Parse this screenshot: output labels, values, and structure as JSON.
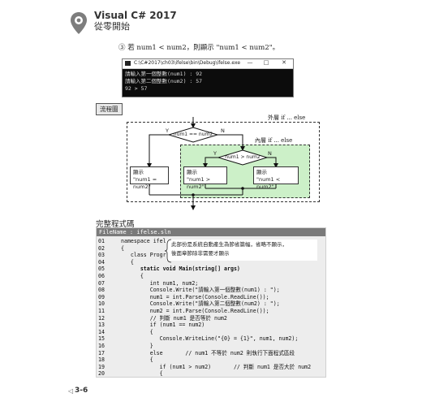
{
  "header": {
    "book_title": "Visual C# 2017",
    "book_subtitle": "從零開始"
  },
  "step": {
    "marker": "③",
    "text": "若 num1 < num2，則顯示 \"num1 < num2\"。"
  },
  "console": {
    "title": "C:\\C#2017\\ch03\\ifelse\\bin\\Debug\\ifelse.exe",
    "minimize": "—",
    "maximize": "□",
    "close": "✕",
    "lines": [
      "請輸入第一個整數(num1) : 92",
      "請輸入第二個整數(num2) : 57",
      "92 > 57"
    ]
  },
  "flowchart": {
    "label": "流程圖",
    "outer_label": "外層 if ... else",
    "inner_label": "內層 if ... else",
    "outer_decision": "num1 == num2",
    "inner_decision": "num1 > num2",
    "yes": "Y",
    "no": "N",
    "boxes": [
      {
        "title": "顯示",
        "text": "\"num1 = num2\""
      },
      {
        "title": "顯示",
        "text": "\"num1 > num2\""
      },
      {
        "title": "顯示",
        "text": "\"num1 < num2\""
      }
    ]
  },
  "code": {
    "heading": "完整程式碼",
    "filename": "FileName : ifelse.sln",
    "note_lines": [
      "此部份是系統自動產生為節省篇幅，省略不顯示，",
      "後面章節除非需要才顯示"
    ],
    "lines": [
      {
        "no": "01",
        "text": "namespace ifelse",
        "bold": false
      },
      {
        "no": "02",
        "text": "{",
        "bold": false
      },
      {
        "no": "03",
        "text": "   class Program",
        "bold": false
      },
      {
        "no": "04",
        "text": "   {",
        "bold": false
      },
      {
        "no": "05",
        "text": "      static void Main(string[] args)",
        "bold": true
      },
      {
        "no": "06",
        "text": "      {",
        "bold": false
      },
      {
        "no": "07",
        "text": "         int num1, num2;",
        "bold": false
      },
      {
        "no": "08",
        "text": "         Console.Write(\"請輸入第一個整數(num1) : \");",
        "bold": false
      },
      {
        "no": "09",
        "text": "         num1 = int.Parse(Console.ReadLine());",
        "bold": false
      },
      {
        "no": "10",
        "text": "         Console.Write(\"請輸入第二個整數(num2) : \");",
        "bold": false
      },
      {
        "no": "11",
        "text": "         num2 = int.Parse(Console.ReadLine());",
        "bold": false
      },
      {
        "no": "12",
        "text": "         // 判斷 num1 是否等於 num2",
        "bold": false
      },
      {
        "no": "13",
        "text": "         if (num1 == num2)",
        "bold": false
      },
      {
        "no": "14",
        "text": "         {",
        "bold": false
      },
      {
        "no": "15",
        "text": "            Console.WriteLine(\"{0} = {1}\", num1, num2);",
        "bold": false
      },
      {
        "no": "16",
        "text": "         }",
        "bold": false
      },
      {
        "no": "17",
        "text": "         else       // num1 不等於 num2 則執行下面程式區段",
        "bold": false
      },
      {
        "no": "18",
        "text": "         {",
        "bold": false
      },
      {
        "no": "19",
        "text": "            if (num1 > num2)       // 判斷 num1 是否大於 num2",
        "bold": false
      },
      {
        "no": "20",
        "text": "            {",
        "bold": false
      }
    ]
  },
  "footer": {
    "arrow": "◁",
    "page_number": "3-6"
  }
}
